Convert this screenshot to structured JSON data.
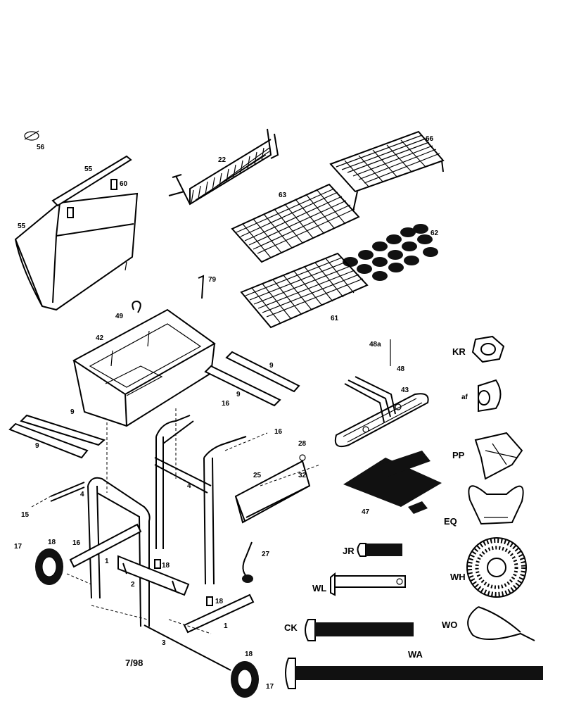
{
  "labels": {
    "p56a": "56",
    "p55bar": "55",
    "p60": "60",
    "p55hood": "55",
    "p22": "22",
    "p66": "66",
    "p63": "63",
    "p62": "62",
    "p79": "79",
    "p61": "61",
    "p49": "49",
    "p42": "42",
    "p48a": "48a",
    "p48": "48",
    "pKR": "KR",
    "pAF": "af",
    "p43": "43",
    "p9a": "9",
    "p9b": "9",
    "p9c": "9",
    "p9d": "9",
    "p16a": "16",
    "p16b": "16",
    "pPP": "PP",
    "p28": "28",
    "p32": "32",
    "p25": "25",
    "p4a": "4",
    "p4b": "4",
    "p47": "47",
    "p15": "15",
    "pEQ": "EQ",
    "p17a": "17",
    "p18a": "18",
    "p16c": "16",
    "p1a": "1",
    "p27": "27",
    "p18b": "18",
    "pJR": "JR",
    "p2": "2",
    "pWH": "WH",
    "pWL": "WL",
    "p18c": "18",
    "p1b": "1",
    "pCK": "CK",
    "pWO": "WO",
    "p3": "3",
    "pWA": "WA",
    "date": "7/98",
    "p18d": "18",
    "p17b": "17"
  }
}
